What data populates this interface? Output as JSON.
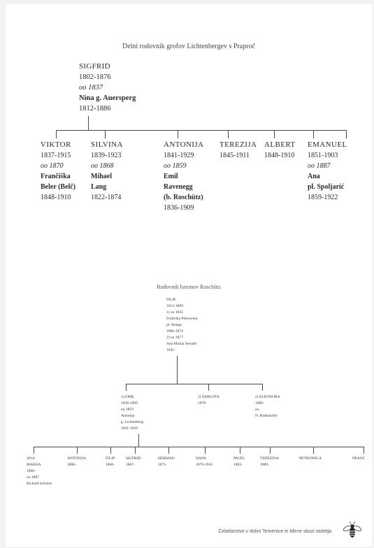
{
  "tree1": {
    "title": "Delni rodovnik grofov Lichtenbergev s Praproč",
    "root": {
      "name": "SIGFRID",
      "years": "1802-1876",
      "marriage": "oo 1837",
      "spouse_name": "Nina g. Auersperg",
      "spouse_years": "1812-1886"
    },
    "children": [
      {
        "name": "VIKTOR",
        "years": "1837-1915",
        "marriage": "oo 1870",
        "spouse1": "Frančiška",
        "spouse2": "Beler (Belč)",
        "spouse_years": "1848-1910"
      },
      {
        "name": "SILVINA",
        "years": "1839-1923",
        "marriage": "oo 1868",
        "spouse1": "Mihael",
        "spouse2": "Lang",
        "spouse_years": "1822-1874"
      },
      {
        "name": "ANTONIJA",
        "years": "1841-1929",
        "marriage": "oo 1859",
        "spouse1": "Emil",
        "spouse2": "Ravenegg",
        "spouse3": "(b. Roschütz)",
        "spouse_years": "1836-1909"
      },
      {
        "name": "TEREZIJA",
        "years": "1845-1911"
      },
      {
        "name": "ALBERT",
        "years": "1848-1910"
      },
      {
        "name": "EMANUEL",
        "years": "1851-1903",
        "marriage": "oo 1887",
        "spouse1": "Ana",
        "spouse2": "pl. Spoljarić",
        "spouse_years": "1859-1922"
      }
    ]
  },
  "tree2": {
    "title": "Rodovnik baronov Roschütz",
    "root": [
      "FILIP",
      "1812-1889",
      "1) oo 1835",
      "Friderika Pelzowela",
      "pl. Hunga",
      "1806-1874",
      "2) oo 1877",
      "Ana Marija Sewald",
      "1841-"
    ],
    "gen2": [
      [
        "1) EMIL",
        "1836-1909",
        "oo 1859",
        "Antonija",
        "g. Lichtenberg",
        "1841-1929"
      ],
      [
        "2) ŠARLOTA",
        "1878-"
      ],
      [
        "2) ELEONORA",
        "1880-",
        "oo",
        "N. Radmacher"
      ]
    ],
    "gen3": [
      [
        "ANA",
        "MARIJA",
        "1860-",
        "oo 1887",
        "Richard Schulze"
      ],
      [
        "ANTONIJA",
        "1866-"
      ],
      [
        "FILIP",
        "1866-"
      ],
      [
        "SIGFRID",
        "1867-"
      ],
      [
        "HERMAN",
        "1871-"
      ],
      [
        "HANS",
        "1879-1916"
      ],
      [
        "PAVEL",
        "1882-"
      ],
      [
        "TEREZINA",
        "1889-"
      ],
      [
        "PETRONELA"
      ],
      [
        "FRANC"
      ]
    ]
  },
  "footer": {
    "text": "Čebelarstvo v dolini Temenice in Mirne skozi stoletja",
    "logo_icon": "bee-icon"
  }
}
